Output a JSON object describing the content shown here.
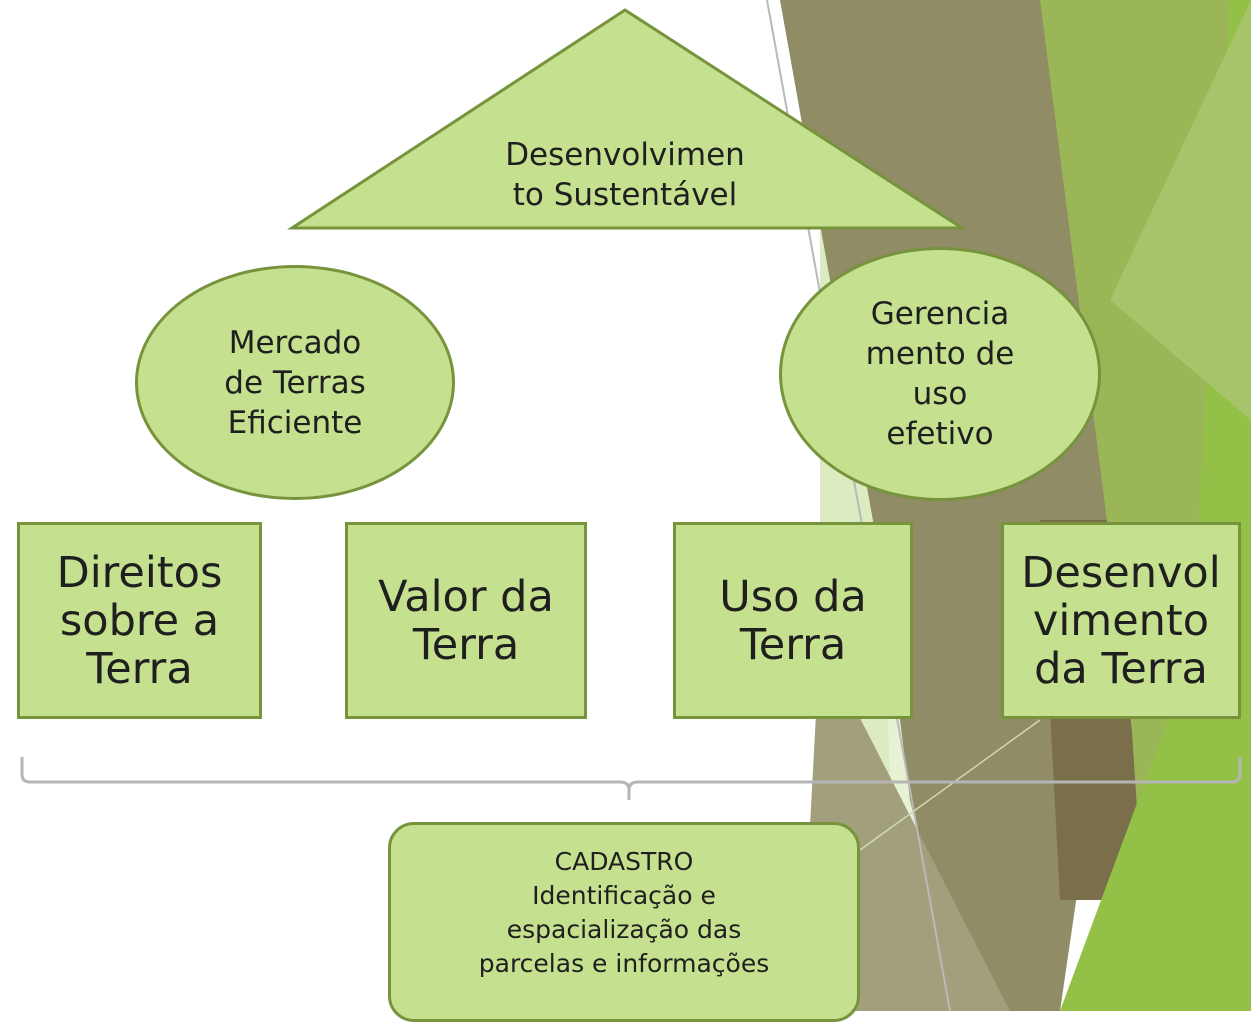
{
  "diagram": {
    "top_triangle": {
      "label": "Desenvolvimen\nto Sustentável"
    },
    "left_ellipse": {
      "label": "Mercado\nde Terras\nEficiente"
    },
    "right_ellipse": {
      "label": "Gerencia\nmento de\nuso\nefetivo"
    },
    "boxes": [
      {
        "label": "Direitos\nsobre a\nTerra"
      },
      {
        "label": "Valor da\nTerra"
      },
      {
        "label": "Uso da\nTerra"
      },
      {
        "label": "Desenvol\nvimento\nda Terra"
      }
    ],
    "cadastro": {
      "label": "CADASTRO\nIdentificação e\nespacialização das\nparcelas e informações"
    }
  },
  "colors": {
    "shape_fill": "#c5e08e",
    "shape_border": "#77933c",
    "bracket": "#b5b5b5",
    "background_olive": "#8f8c66",
    "background_green": "#93c047"
  }
}
